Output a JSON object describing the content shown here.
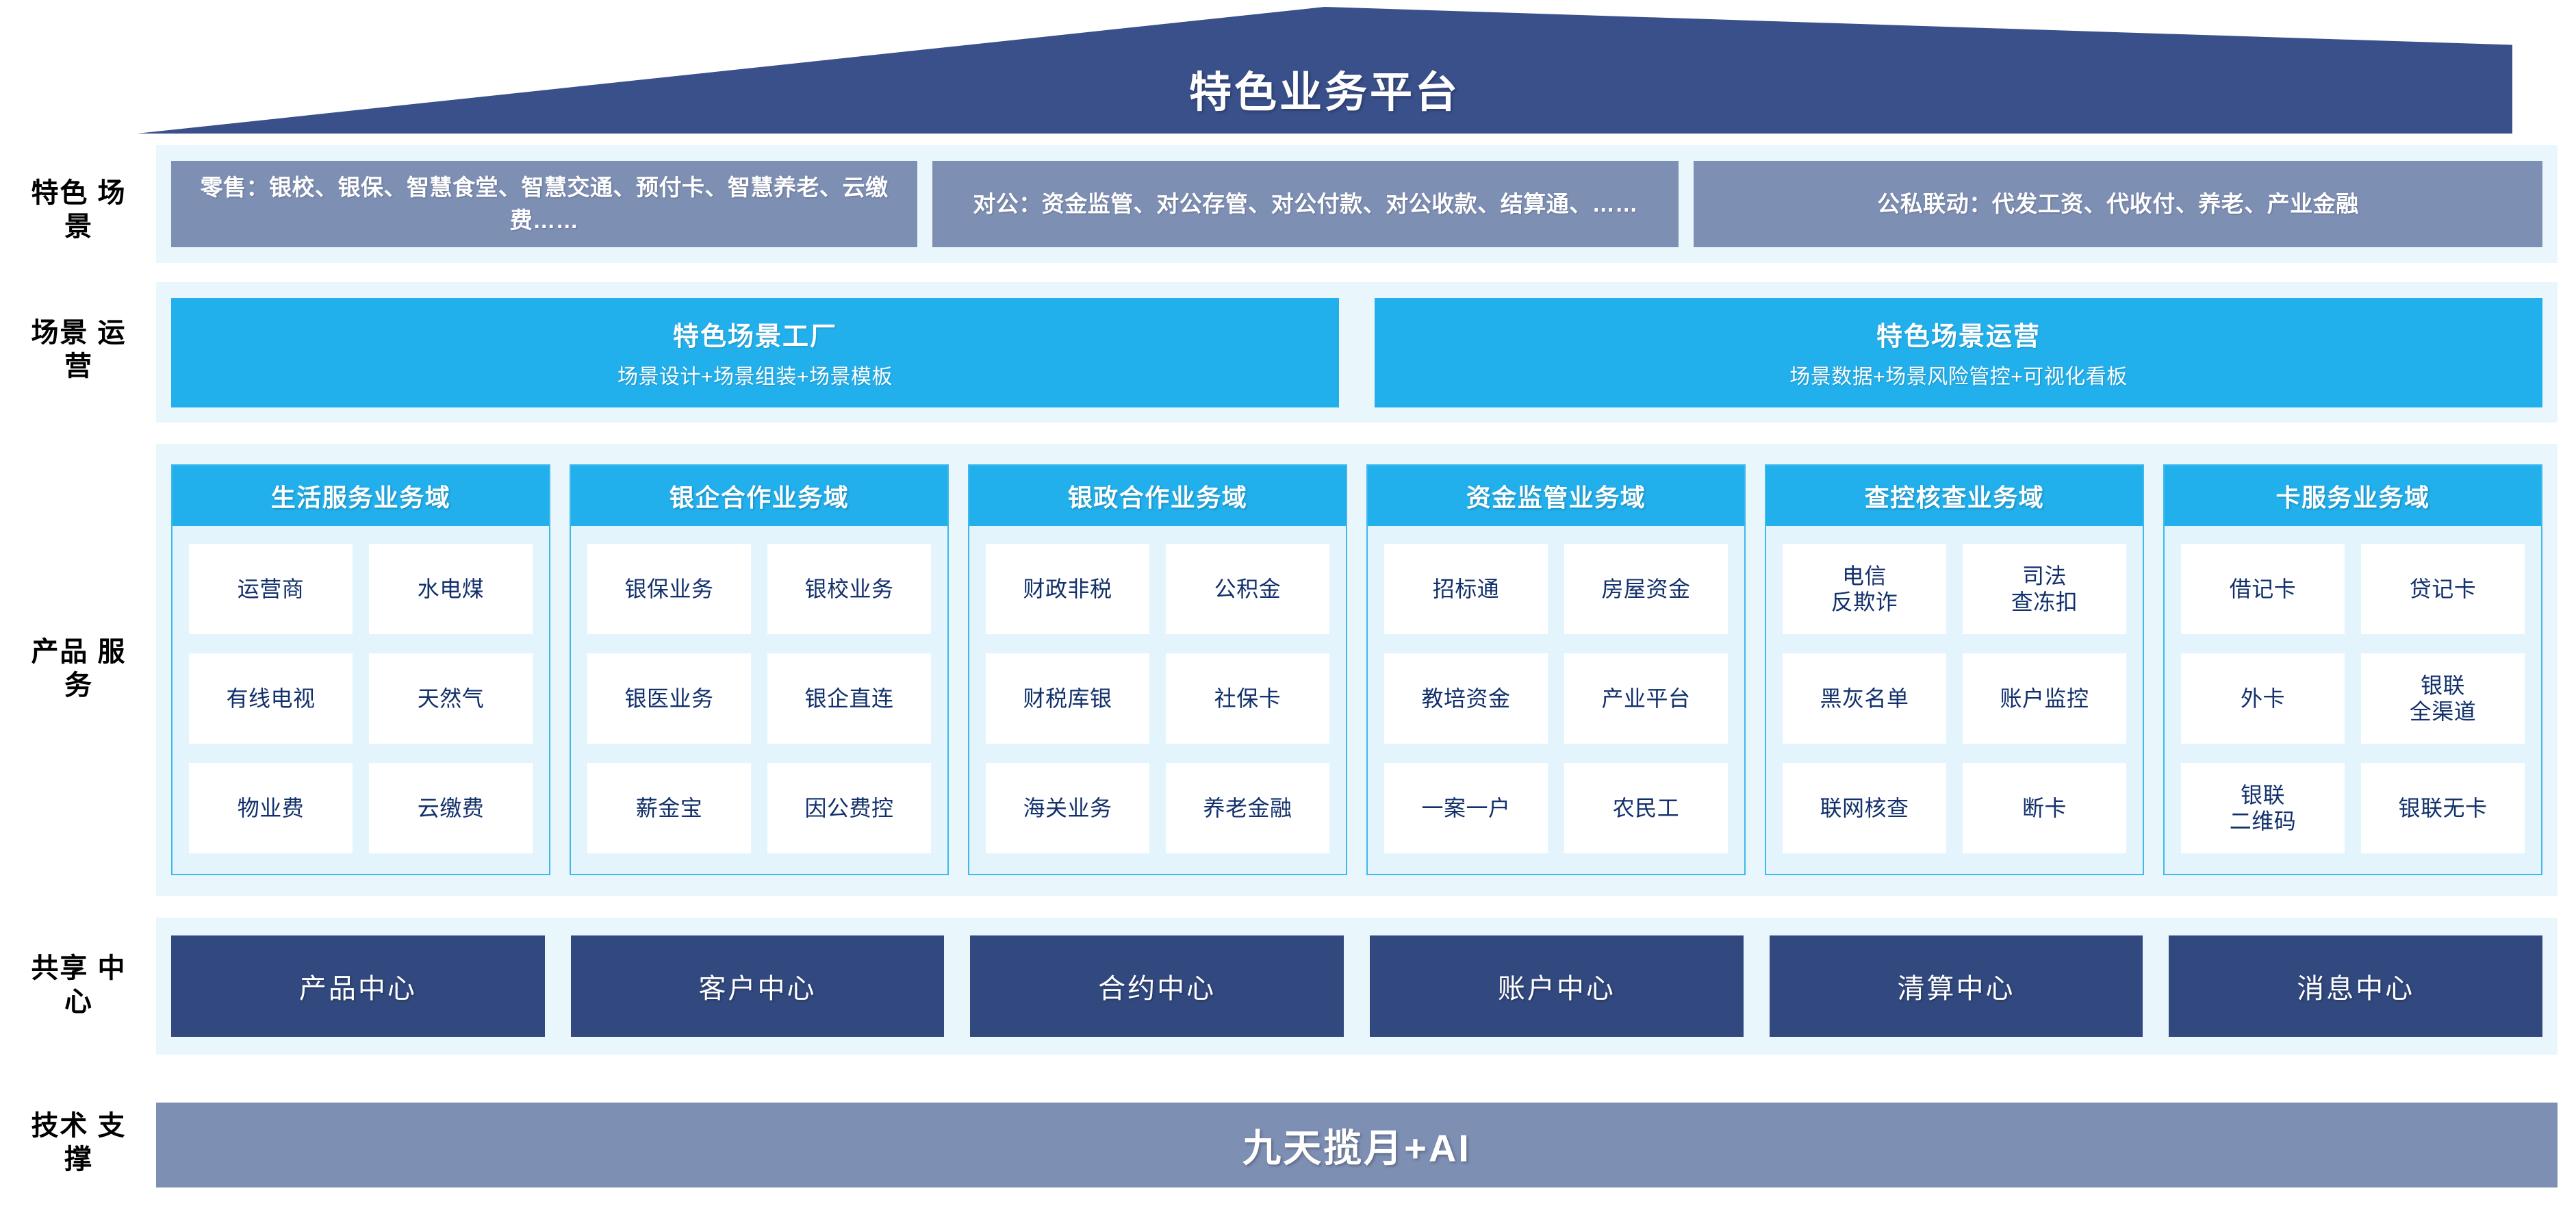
{
  "header": {
    "title": "特色业务平台"
  },
  "row_labels": {
    "scenario": "特色\n场景",
    "operation": "场景\n运营",
    "product": "产品\n服务",
    "shared": "共享\n中心",
    "tech": "技术\n支撑"
  },
  "scenarios": [
    {
      "label": "零售：银校、银保、智慧食堂、智慧交通、预付卡、智慧养老、云缴费……"
    },
    {
      "label": "对公：资金监管、对公存管、对公付款、对公收款、结算通、……"
    },
    {
      "label": "公私联动：代发工资、代收付、养老、产业金融"
    }
  ],
  "operations": [
    {
      "title": "特色场景工厂",
      "subtitle": "场景设计+场景组装+场景模板"
    },
    {
      "title": "特色场景运营",
      "subtitle": "场景数据+场景风险管控+可视化看板"
    }
  ],
  "domains": [
    {
      "title": "生活服务业务域",
      "items": [
        "运营商",
        "水电煤",
        "有线电视",
        "天然气",
        "物业费",
        "云缴费"
      ]
    },
    {
      "title": "银企合作业务域",
      "items": [
        "银保业务",
        "银校业务",
        "银医业务",
        "银企直连",
        "薪金宝",
        "因公费控"
      ]
    },
    {
      "title": "银政合作业务域",
      "items": [
        "财政非税",
        "公积金",
        "财税库银",
        "社保卡",
        "海关业务",
        "养老金融"
      ]
    },
    {
      "title": "资金监管业务域",
      "items": [
        "招标通",
        "房屋资金",
        "教培资金",
        "产业平台",
        "一案一户",
        "农民工"
      ]
    },
    {
      "title": "查控核查业务域",
      "items": [
        "电信\n反欺诈",
        "司法\n查冻扣",
        "黑灰名单",
        "账户监控",
        "联网核查",
        "断卡"
      ]
    },
    {
      "title": "卡服务业务域",
      "items": [
        "借记卡",
        "贷记卡",
        "外卡",
        "银联\n全渠道",
        "银联\n二维码",
        "银联无卡"
      ]
    }
  ],
  "shared_centers": [
    {
      "label": "产品中心"
    },
    {
      "label": "客户中心"
    },
    {
      "label": "合约中心"
    },
    {
      "label": "账户中心"
    },
    {
      "label": "清算中心"
    },
    {
      "label": "消息中心"
    }
  ],
  "tech_support": {
    "label": "九天揽月+AI"
  },
  "colors": {
    "roof_navy": "#39508b",
    "band_bg": "#e9f7fd",
    "scenario_slate": "#7e8fb4",
    "cyan": "#22b0ec",
    "card_border": "#3fb8ee",
    "card_bg": "#e3f4fd",
    "item_text": "#12306b",
    "shared_navy": "#32497f",
    "tech_slate": "#7e8fb4"
  }
}
